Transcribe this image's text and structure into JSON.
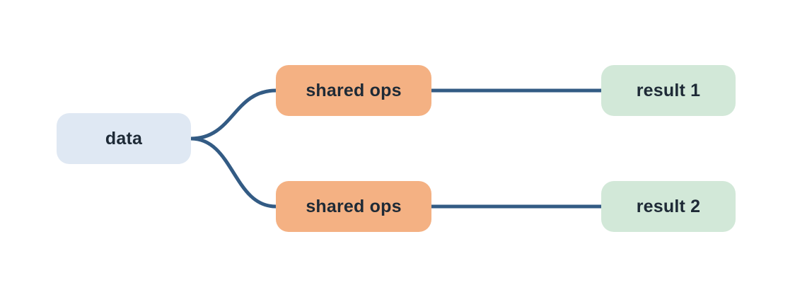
{
  "colors": {
    "edge": "#335b84",
    "text": "#1e2a36",
    "input_fill": "#dfe8f3",
    "ops_fill": "#f4b183",
    "result_fill": "#d2e8d8"
  },
  "nodes": {
    "data": {
      "label": "data"
    },
    "shared_1": {
      "label": "shared ops"
    },
    "shared_2": {
      "label": "shared ops"
    },
    "result_1": {
      "label": "result 1"
    },
    "result_2": {
      "label": "result 2"
    }
  }
}
